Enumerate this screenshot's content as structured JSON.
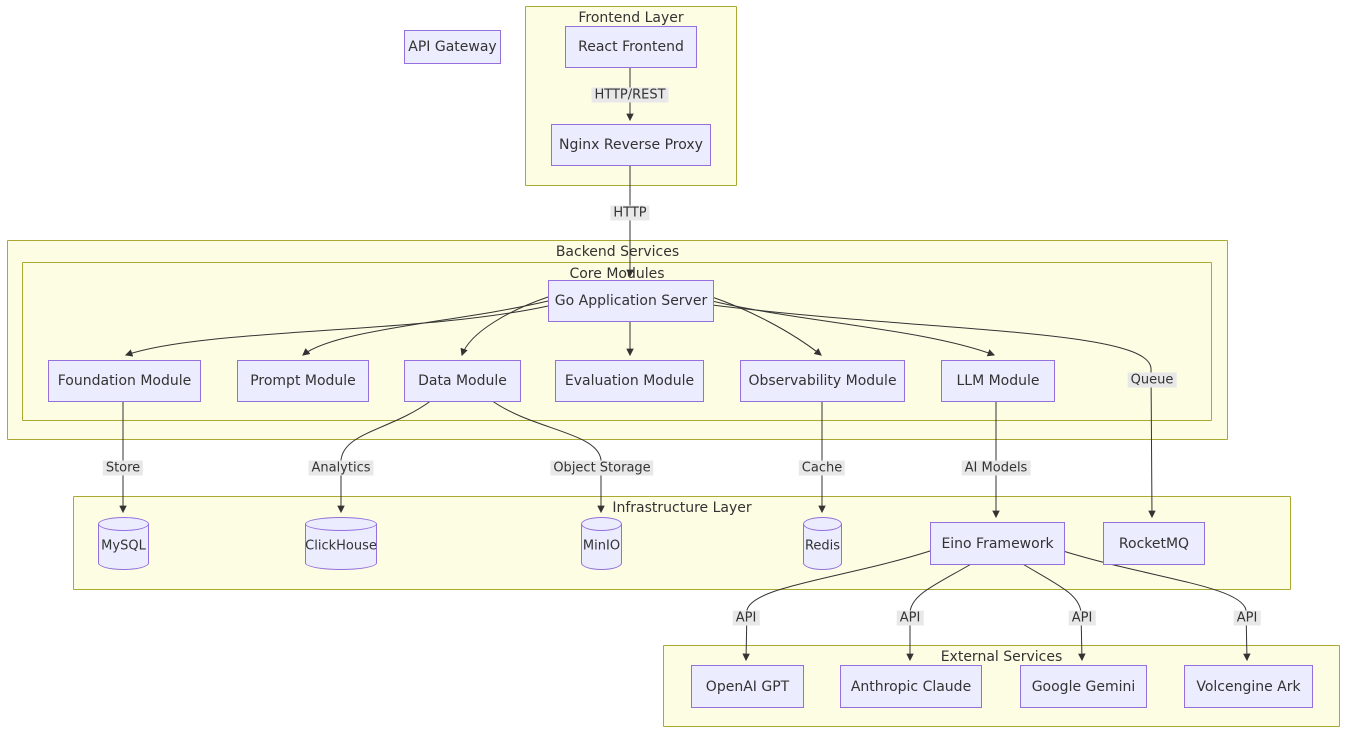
{
  "colors": {
    "node_fill": "#ECECFF",
    "node_border": "#9370DB",
    "cluster_fill": "#FDFDE4",
    "cluster_border": "#AAAA33",
    "edge": "#333333",
    "edge_label_bg": "#E8E8E8",
    "text": "#333333"
  },
  "standalone": {
    "api_gateway": "API Gateway"
  },
  "clusters": {
    "frontend": {
      "label": "Frontend Layer"
    },
    "backend": {
      "label": "Backend Services"
    },
    "core": {
      "label": "Core Modules"
    },
    "infrastructure": {
      "label": "Infrastructure Layer"
    },
    "external": {
      "label": "External Services"
    }
  },
  "nodes": {
    "react_frontend": "React Frontend",
    "nginx": "Nginx Reverse Proxy",
    "go_server": "Go Application Server",
    "foundation": "Foundation Module",
    "prompt": "Prompt Module",
    "data_module": "Data Module",
    "evaluation": "Evaluation Module",
    "observability": "Observability Module",
    "llm": "LLM Module",
    "mysql": "MySQL",
    "clickhouse": "ClickHouse",
    "minio": "MinIO",
    "redis": "Redis",
    "eino": "Eino Framework",
    "rocketmq": "RocketMQ",
    "openai": "OpenAI GPT",
    "anthropic": "Anthropic Claude",
    "gemini": "Google Gemini",
    "volcengine": "Volcengine Ark"
  },
  "edge_labels": {
    "http_rest": "HTTP/REST",
    "http": "HTTP",
    "store": "Store",
    "analytics": "Analytics",
    "object_storage": "Object Storage",
    "cache": "Cache",
    "ai_models": "AI Models",
    "queue": "Queue",
    "api": "API"
  },
  "edges": [
    {
      "from": "React Frontend",
      "to": "Nginx Reverse Proxy",
      "label": "HTTP/REST"
    },
    {
      "from": "Nginx Reverse Proxy",
      "to": "Go Application Server",
      "label": "HTTP"
    },
    {
      "from": "Go Application Server",
      "to": "Foundation Module",
      "label": ""
    },
    {
      "from": "Go Application Server",
      "to": "Prompt Module",
      "label": ""
    },
    {
      "from": "Go Application Server",
      "to": "Data Module",
      "label": ""
    },
    {
      "from": "Go Application Server",
      "to": "Evaluation Module",
      "label": ""
    },
    {
      "from": "Go Application Server",
      "to": "Observability Module",
      "label": ""
    },
    {
      "from": "Go Application Server",
      "to": "LLM Module",
      "label": ""
    },
    {
      "from": "Go Application Server",
      "to": "RocketMQ",
      "label": "Queue"
    },
    {
      "from": "Foundation Module",
      "to": "MySQL",
      "label": "Store"
    },
    {
      "from": "Data Module",
      "to": "ClickHouse",
      "label": "Analytics"
    },
    {
      "from": "Data Module",
      "to": "MinIO",
      "label": "Object Storage"
    },
    {
      "from": "Observability Module",
      "to": "Redis",
      "label": "Cache"
    },
    {
      "from": "LLM Module",
      "to": "Eino Framework",
      "label": "AI Models"
    },
    {
      "from": "Eino Framework",
      "to": "OpenAI GPT",
      "label": "API"
    },
    {
      "from": "Eino Framework",
      "to": "Anthropic Claude",
      "label": "API"
    },
    {
      "from": "Eino Framework",
      "to": "Google Gemini",
      "label": "API"
    },
    {
      "from": "Eino Framework",
      "to": "Volcengine Ark",
      "label": "API"
    }
  ]
}
